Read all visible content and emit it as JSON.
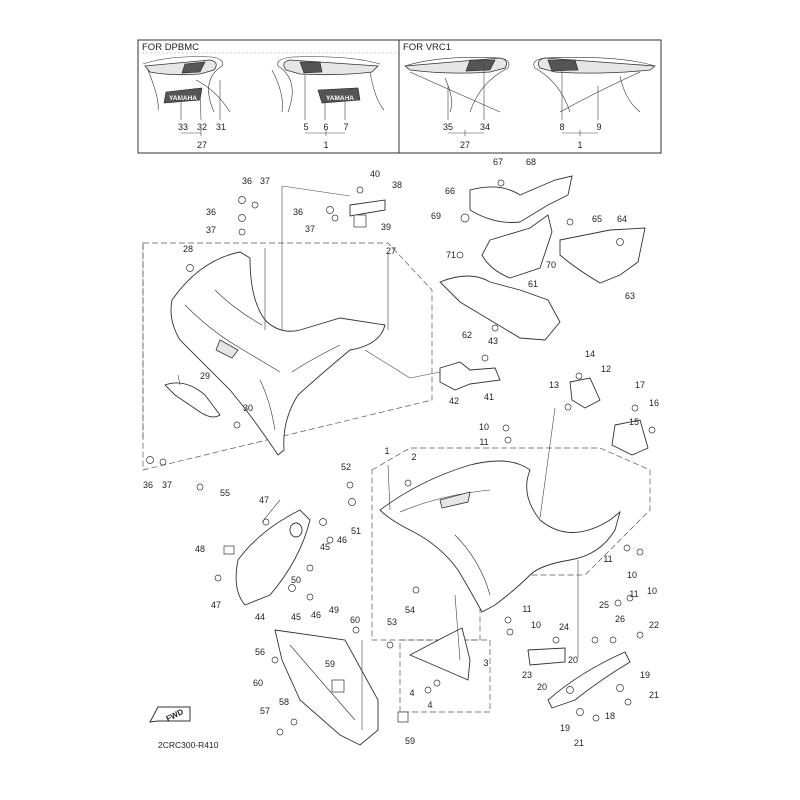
{
  "inset_left": {
    "title": "FOR DPBMC",
    "decal_text": "YAMAHA"
  },
  "inset_right": {
    "title": "FOR VRC1"
  },
  "fwd_label": "FWD",
  "footer_code": "2CRC300-R410",
  "labels": {
    "n1": "1",
    "n2": "2",
    "n3": "3",
    "n4": "4",
    "n5": "5",
    "n6": "6",
    "n7": "7",
    "n8": "8",
    "n9": "9",
    "n10": "10",
    "n11": "11",
    "n12": "12",
    "n13": "13",
    "n14": "14",
    "n15": "15",
    "n16": "16",
    "n17": "17",
    "n18": "18",
    "n19": "19",
    "n20": "20",
    "n21": "21",
    "n22": "22",
    "n23": "23",
    "n24": "24",
    "n25": "25",
    "n26": "26",
    "n27": "27",
    "n28": "28",
    "n29": "29",
    "n30": "30",
    "n31": "31",
    "n32": "32",
    "n33": "33",
    "n34": "34",
    "n35": "35",
    "n36": "36",
    "n37": "37",
    "n38": "38",
    "n39": "39",
    "n40": "40",
    "n41": "41",
    "n42": "42",
    "n43": "43",
    "n44": "44",
    "n45": "45",
    "n46": "46",
    "n47": "47",
    "n48": "48",
    "n49": "49",
    "n50": "50",
    "n51": "51",
    "n52": "52",
    "n53": "53",
    "n54": "54",
    "n55": "55",
    "n56": "56",
    "n57": "57",
    "n58": "58",
    "n59": "59",
    "n60": "60",
    "n61": "61",
    "n62": "62",
    "n63": "63",
    "n64": "64",
    "n65": "65",
    "n66": "66",
    "n67": "67",
    "n68": "68",
    "n69": "69",
    "n70": "70",
    "n71": "71"
  }
}
